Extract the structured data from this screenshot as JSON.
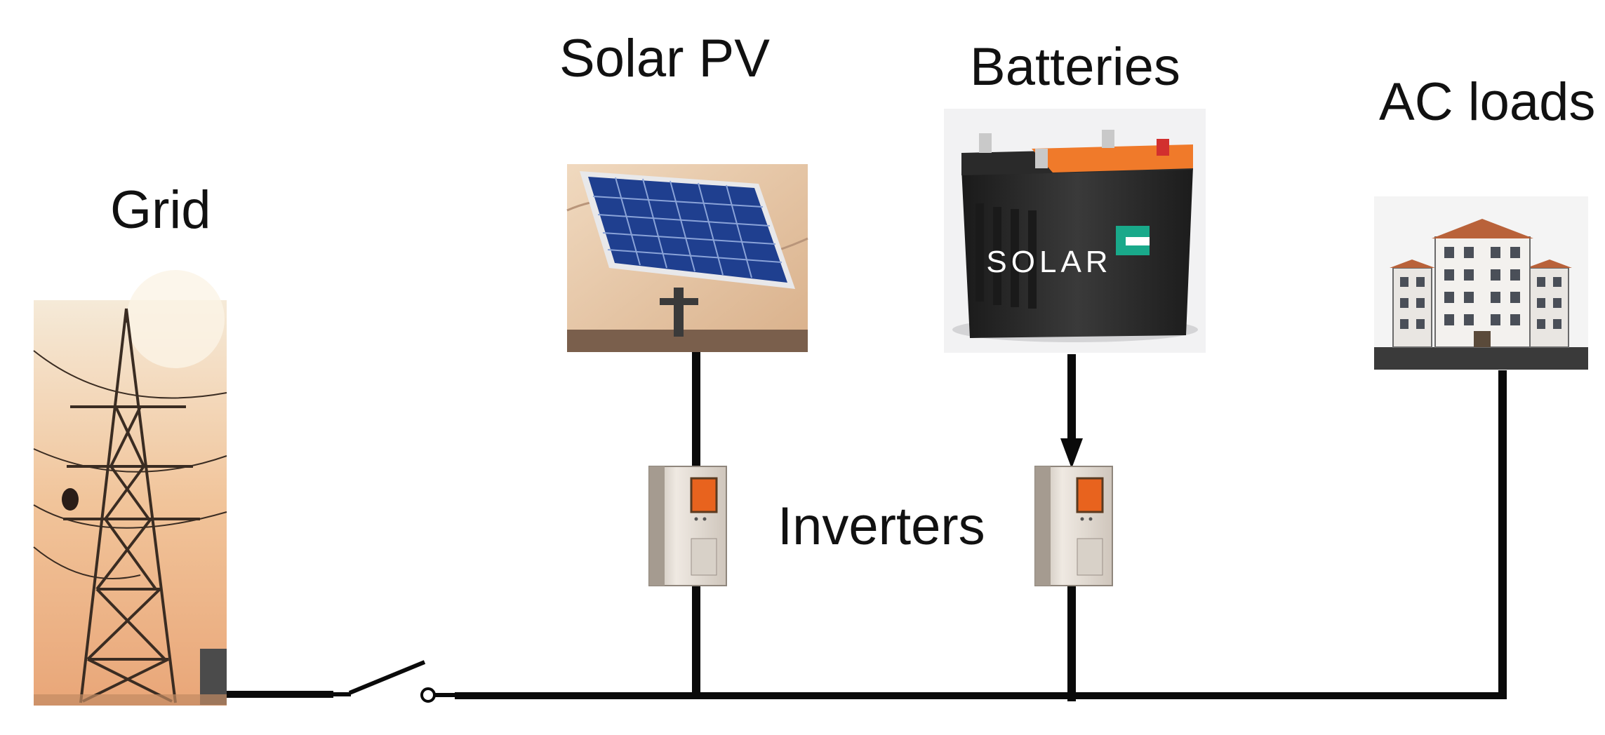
{
  "labels": {
    "grid": "Grid",
    "solar_pv": "Solar PV",
    "batteries": "Batteries",
    "ac_loads": "AC loads",
    "inverters": "Inverters"
  },
  "battery_brand": "SOLAR",
  "colors": {
    "wire": "#0a0a0a",
    "battery_top": "#f07a2a",
    "panel_cell": "#1f3f8f",
    "inverter_display": "#e8631e"
  }
}
